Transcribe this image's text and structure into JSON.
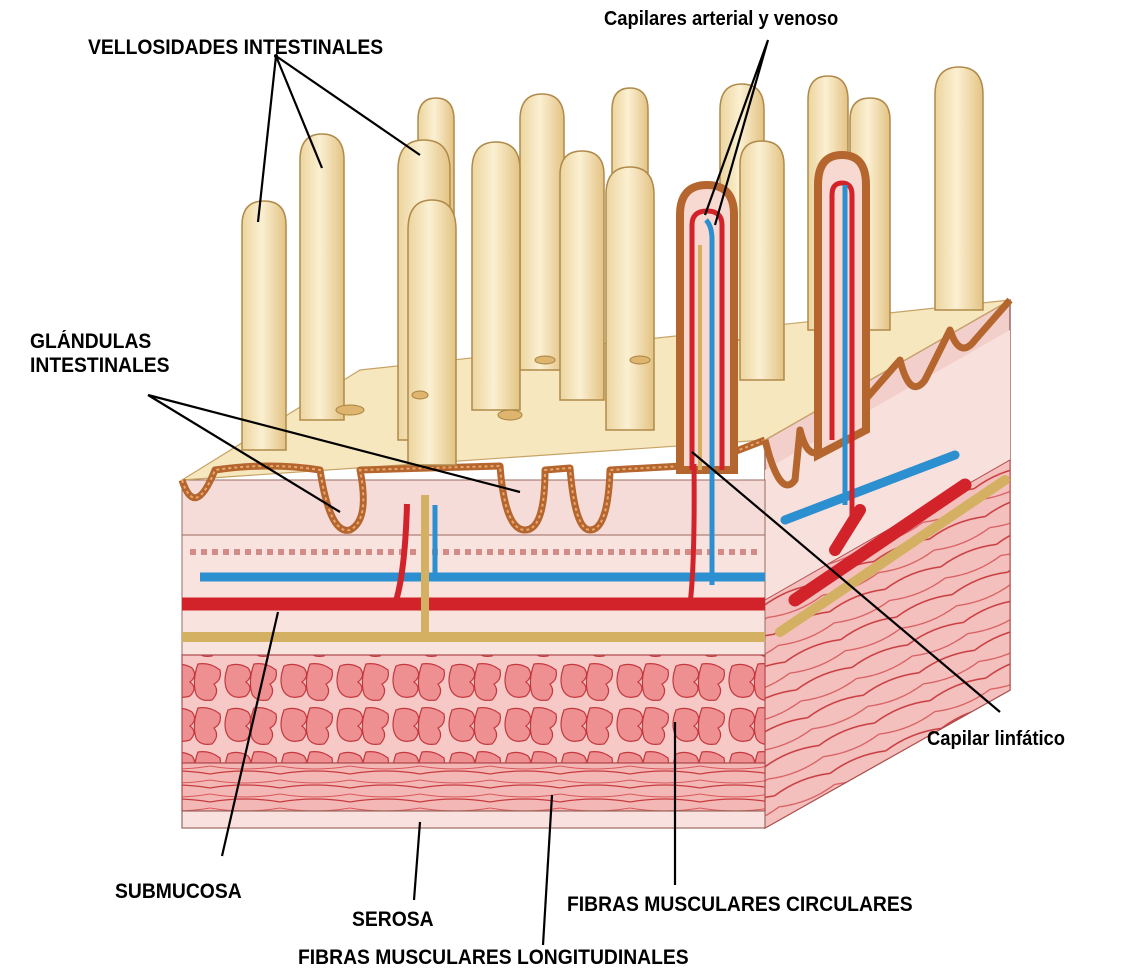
{
  "labels": {
    "vellosidades": "VELLOSIDADES INTESTINALES",
    "glandulas_line1": "GLÁNDULAS",
    "glandulas_line2": "INTESTINALES",
    "capilares_av": "Capilares arterial y venoso",
    "capilar_linfatico": "Capilar linfático",
    "submucosa": "SUBMUCOSA",
    "serosa": "SEROSA",
    "fibras_circulares": "FIBRAS MUSCULARES CIRCULARES",
    "fibras_longitudinales": "FIBRAS MUSCULARES LONGITUDINALES"
  },
  "colors": {
    "villus_fill": "#f7e7be",
    "villus_outline": "#b08a4a",
    "epithelium": "#b5652e",
    "submucosa_fill": "#f6dcd8",
    "muscle_fill": "#ef9a9a",
    "muscle_outline": "#c0393c",
    "artery": "#d2232a",
    "vein": "#2b8fd0",
    "lymph": "#d4b063",
    "leader_line": "#000000"
  }
}
